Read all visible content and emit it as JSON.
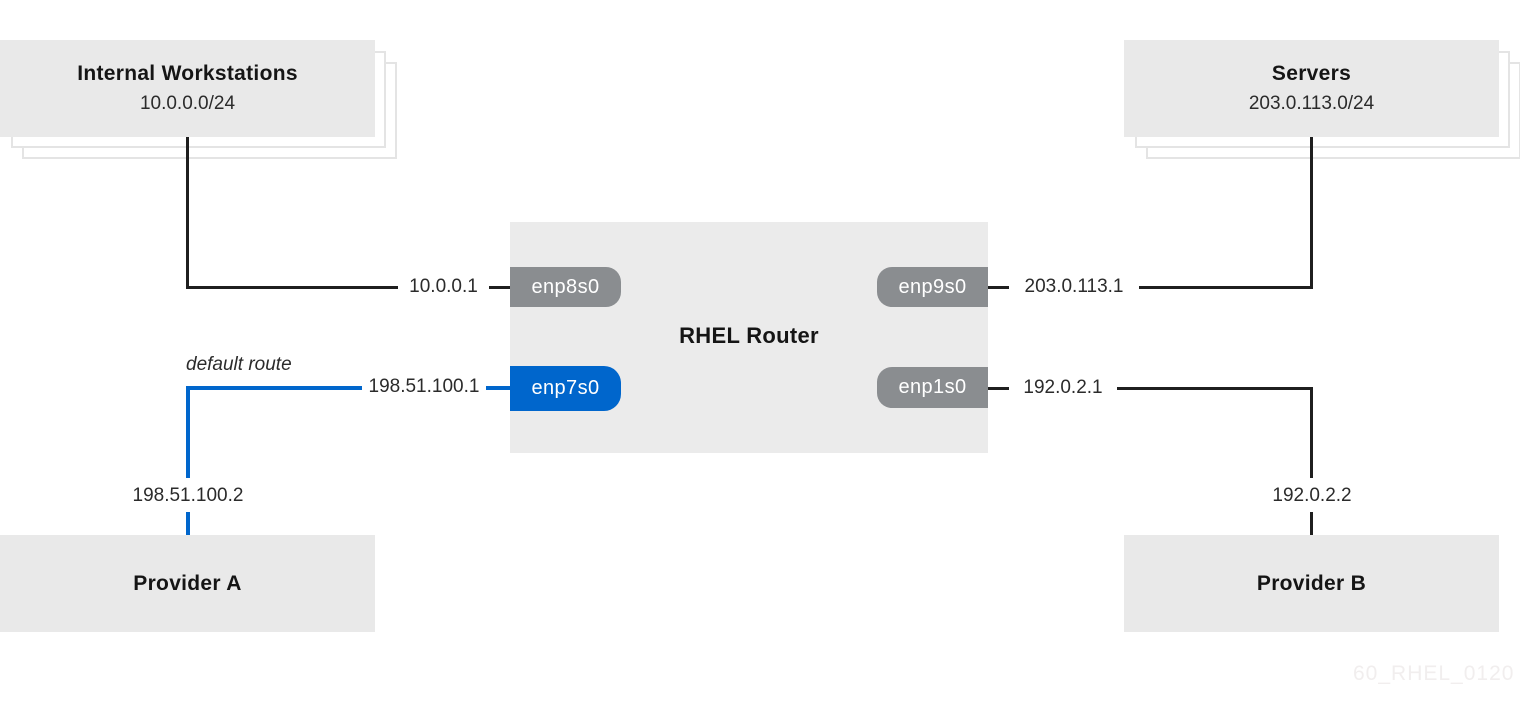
{
  "diagram": {
    "router_label": "RHEL Router",
    "watermark": "60_RHEL_0120",
    "colors": {
      "accent_blue": "#0066cc",
      "interface_gray": "#8a8d90",
      "box_fill": "#e9e9e9",
      "line_black": "#1f1f1f",
      "text": "#151515"
    },
    "nodes": {
      "internal_workstations": {
        "title": "Internal Workstations",
        "subnet": "10.0.0.0/24"
      },
      "servers": {
        "title": "Servers",
        "subnet": "203.0.113.0/24"
      },
      "provider_a": {
        "title": "Provider A"
      },
      "provider_b": {
        "title": "Provider B"
      }
    },
    "interfaces": {
      "enp8s0": {
        "label": "enp8s0",
        "ip": "10.0.0.1"
      },
      "enp9s0": {
        "label": "enp9s0",
        "ip": "203.0.113.1"
      },
      "enp7s0": {
        "label": "enp7s0",
        "ip": "198.51.100.1"
      },
      "enp1s0": {
        "label": "enp1s0",
        "ip": "192.0.2.1"
      }
    },
    "remote_ips": {
      "provider_a_gateway": "198.51.100.2",
      "provider_b_gateway": "192.0.2.2"
    },
    "annotations": {
      "default_route": "default route"
    }
  }
}
